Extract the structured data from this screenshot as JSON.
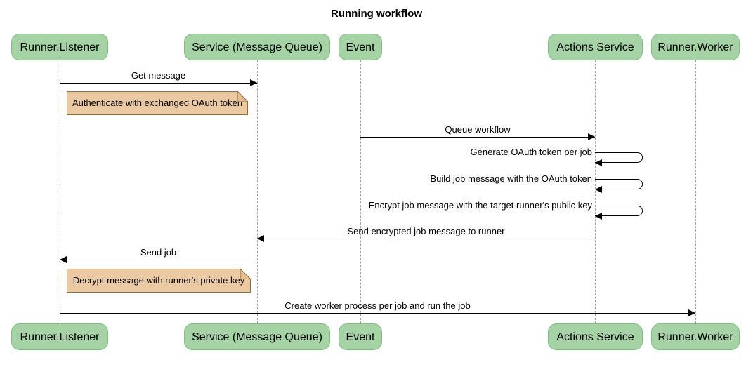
{
  "title": "Running workflow",
  "participants": [
    {
      "label": "Runner.Listener"
    },
    {
      "label": "Service (Message Queue)"
    },
    {
      "label": "Event"
    },
    {
      "label": "Actions Service"
    },
    {
      "label": "Runner.Worker"
    }
  ],
  "events": [
    {
      "type": "message",
      "from": "Runner.Listener",
      "to": "Service (Message Queue)",
      "label": "Get message"
    },
    {
      "type": "note",
      "over": "Runner.Listener",
      "label": "Authenticate with exchanged OAuth token"
    },
    {
      "type": "message",
      "from": "Event",
      "to": "Actions Service",
      "label": "Queue workflow"
    },
    {
      "type": "self",
      "actor": "Actions Service",
      "label": "Generate OAuth token per job"
    },
    {
      "type": "self",
      "actor": "Actions Service",
      "label": "Build job message with the OAuth token"
    },
    {
      "type": "self",
      "actor": "Actions Service",
      "label": "Encrypt job message with the target runner's public key"
    },
    {
      "type": "message",
      "from": "Actions Service",
      "to": "Service (Message Queue)",
      "label": "Send encrypted job message to runner"
    },
    {
      "type": "message",
      "from": "Service (Message Queue)",
      "to": "Runner.Listener",
      "label": "Send job"
    },
    {
      "type": "note",
      "over": "Runner.Listener",
      "label": "Decrypt message with runner's private key"
    },
    {
      "type": "message",
      "from": "Runner.Listener",
      "to": "Runner.Worker",
      "label": "Create worker process per job and run the job"
    }
  ],
  "colors": {
    "actor_fill": "#A5D3A5",
    "actor_border": "#82BC84",
    "note_fill": "#EBC9A2",
    "note_border": "#8A6B3C",
    "note_fold": "#E2BD90",
    "line": "#000000",
    "lifeline": "#9E9E9E",
    "text": "#000000",
    "background": "#FFFFFF"
  }
}
